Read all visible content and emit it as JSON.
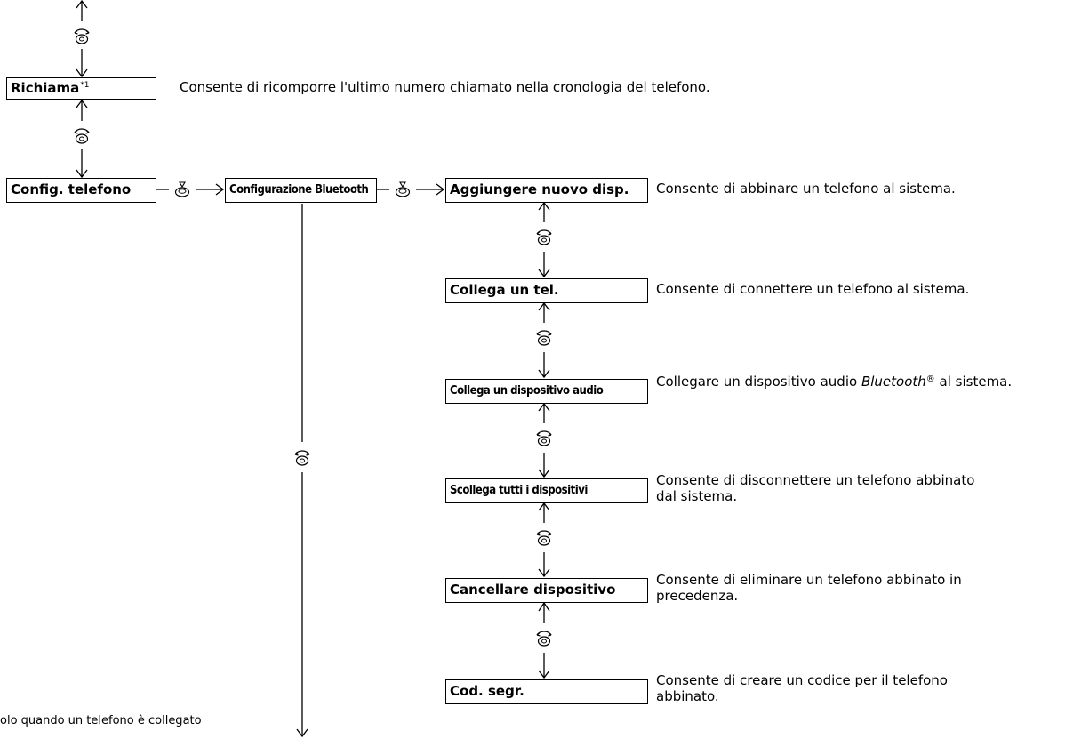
{
  "menu": {
    "richiama": {
      "label": "Richiama",
      "note_mark": "*1",
      "description": "Consente di ricomporre l'ultimo numero chiamato nella cronologia del telefono."
    },
    "config_telefono": {
      "label": "Config. telefono"
    },
    "config_bluetooth": {
      "label": "Configurazione Bluetooth"
    },
    "aggiungere": {
      "label": "Aggiungere nuovo disp.",
      "description": "Consente di abbinare un telefono al sistema."
    },
    "collega_tel": {
      "label": "Collega un tel.",
      "description": "Consente di connettere un telefono al sistema."
    },
    "collega_audio": {
      "label": "Collega un dispositivo audio",
      "description_pre": "Collegare un dispositivo audio ",
      "description_em": "Bluetooth",
      "description_reg": "®",
      "description_post": " al sistema."
    },
    "scollega": {
      "label": "Scollega tutti i dispositivi",
      "description_line1": "Consente di disconnettere un telefono abbinato",
      "description_line2": "dal sistema."
    },
    "cancellare": {
      "label": "Cancellare dispositivo",
      "description_line1": "Consente di eliminare un telefono abbinato in",
      "description_line2": "precedenza."
    },
    "cod_segr": {
      "label": "Cod. segr.",
      "description_line1": "Consente di creare un codice per il telefono",
      "description_line2": "abbinato."
    }
  },
  "footnote": "olo quando un telefono è collegato",
  "icons": {
    "rotate": "rotate-knob-icon",
    "press": "press-knob-icon"
  }
}
